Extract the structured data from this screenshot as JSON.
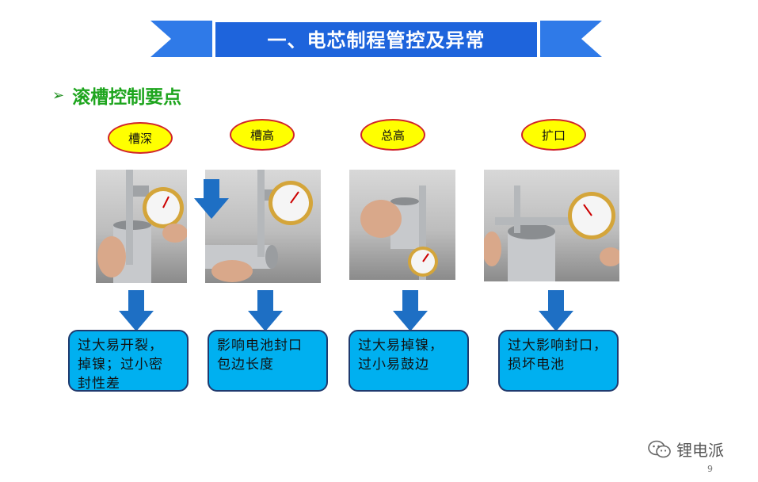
{
  "slide": {
    "title": "一、电芯制程管控及异常",
    "section_heading": "滚槽控制要点",
    "bullet_icon": "arrow-bullet-icon"
  },
  "items": [
    {
      "label": "槽深",
      "result": "过大易开裂，\n掉镍；过小密\n封性差",
      "photo": "caliper-measuring-groove-depth"
    },
    {
      "label": "槽高",
      "result": "影响电池封口\n包边长度",
      "photo": "caliper-measuring-groove-height"
    },
    {
      "label": "总高",
      "result": "过大易掉镍，\n过小易鼓边",
      "photo": "caliper-measuring-total-height"
    },
    {
      "label": "扩口",
      "result": "过大影响封口，\n损坏电池",
      "photo": "caliper-measuring-flare"
    }
  ],
  "footer": {
    "watermark": "锂电派",
    "watermark_icon": "wechat-icon",
    "page_number": "9"
  },
  "colors": {
    "banner": "#1e64dc",
    "heading": "#1ea51e",
    "oval_fill": "#ffff00",
    "oval_border": "#d0232a",
    "box_fill": "#00b0f0",
    "arrow": "#1e6fc4"
  }
}
